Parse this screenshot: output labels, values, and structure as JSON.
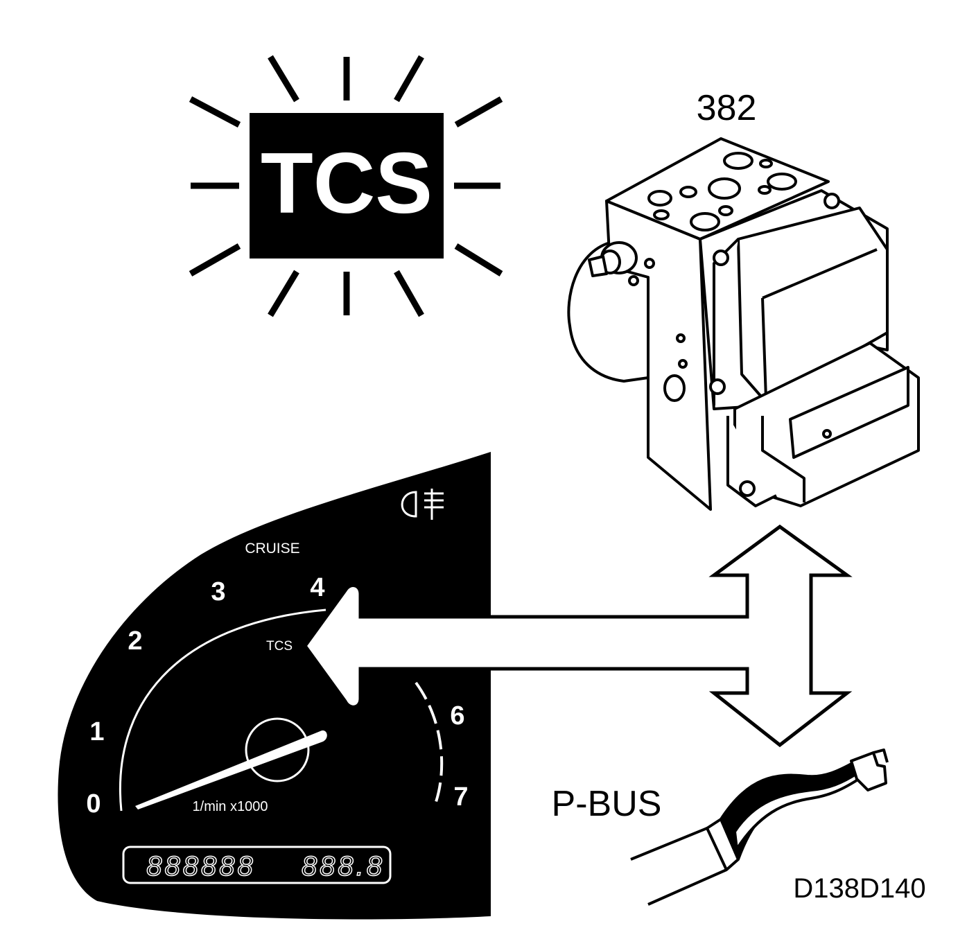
{
  "warning_lamp": {
    "text": "TCS"
  },
  "component": {
    "number": "382"
  },
  "cluster": {
    "cruise_label": "CRUISE",
    "tcs_label": "TCS",
    "unit_label": "1/min x1000",
    "scale": [
      "0",
      "1",
      "2",
      "3",
      "4",
      "6",
      "7"
    ],
    "odometer": "888888",
    "trip": "888.8"
  },
  "bus": {
    "label": "P-BUS"
  },
  "figure_code": "D138D140",
  "colors": {
    "ink": "#000000",
    "paper": "#ffffff"
  }
}
